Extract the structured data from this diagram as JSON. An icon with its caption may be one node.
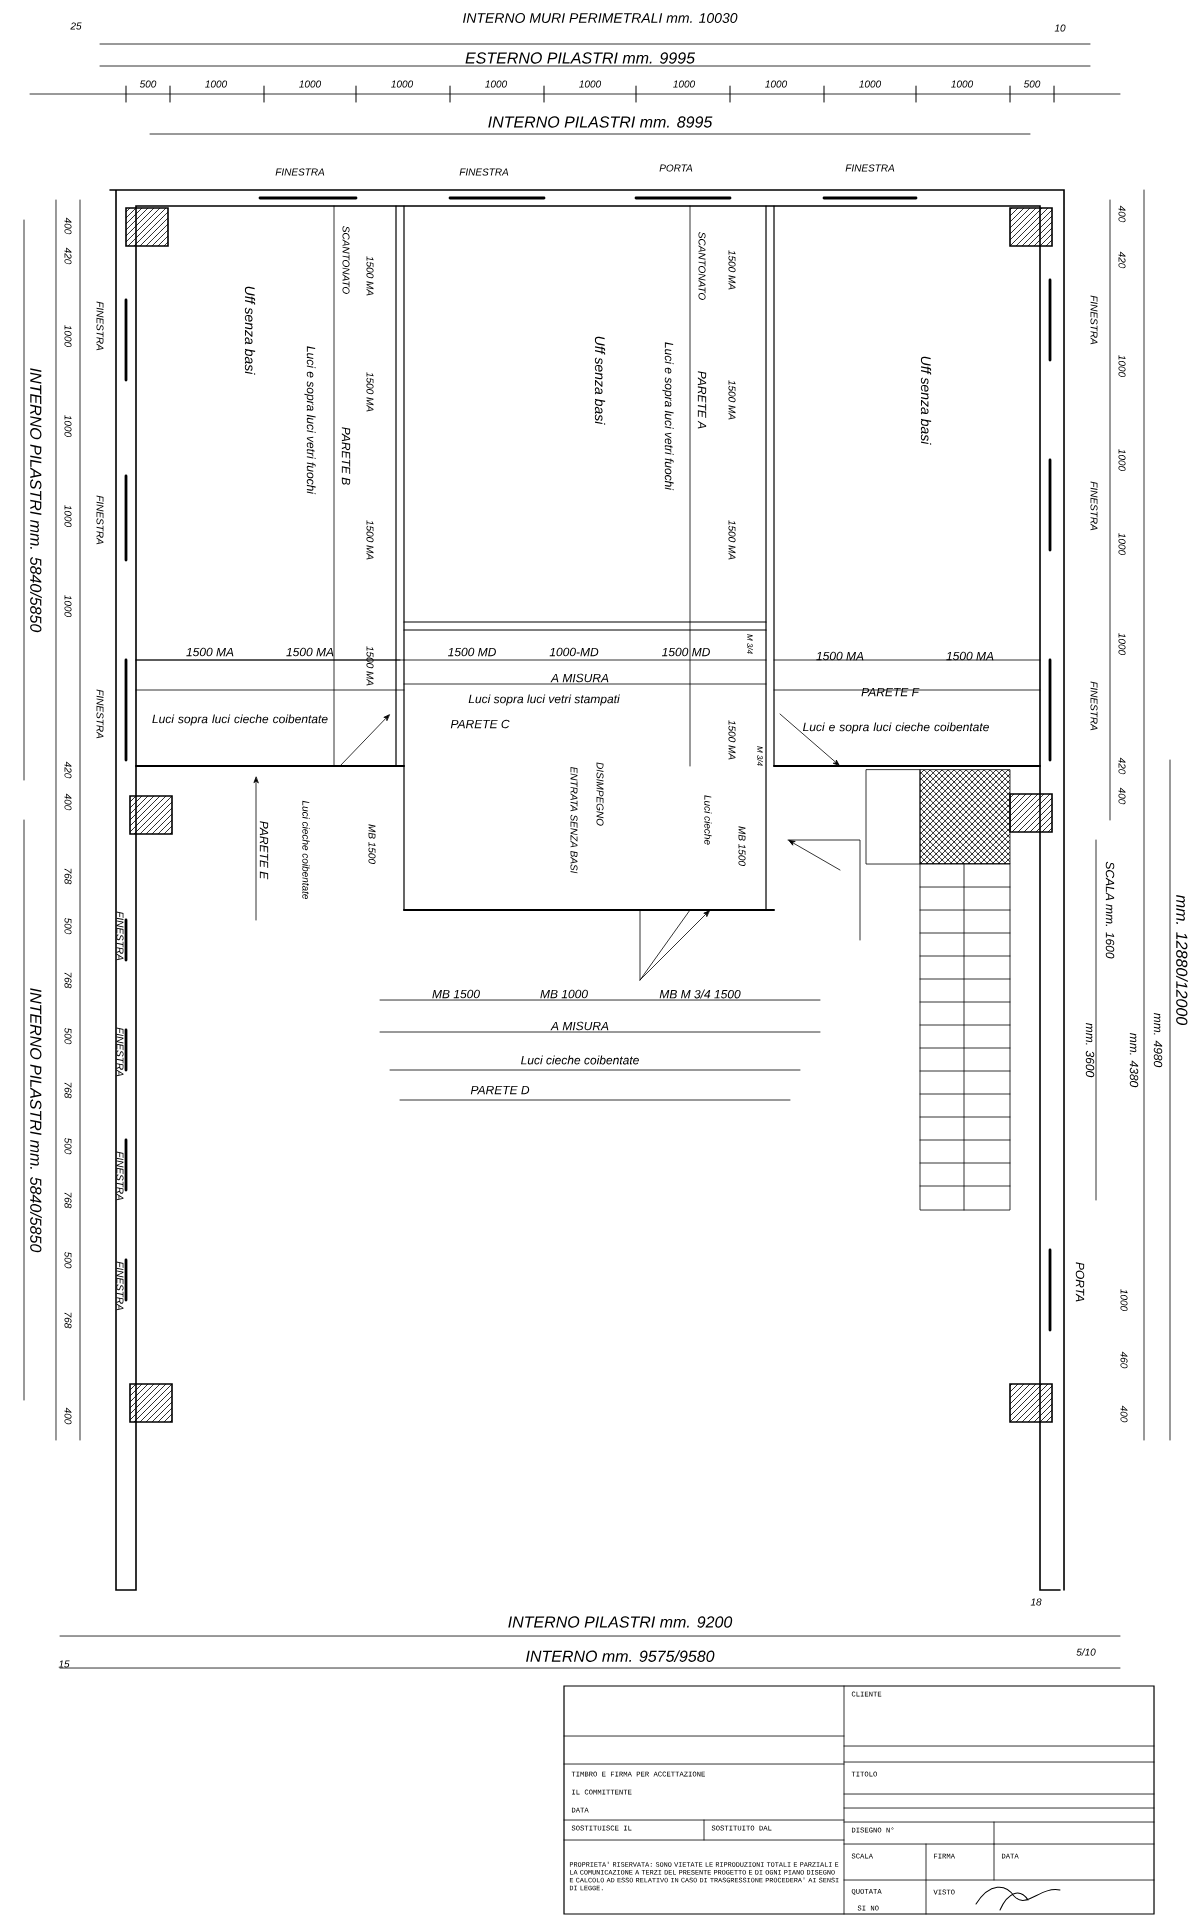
{
  "diagram": {
    "labels": [
      "INTERNO MURI PERIMETRALI mm. 10030",
      "25",
      "10",
      "ESTERNO PILASTRI mm. 9995",
      "500",
      "1000",
      "1000",
      "1000",
      "1000",
      "1000",
      "1000",
      "1000",
      "1000",
      "1000",
      "500",
      "INTERNO PILASTRI mm. 8995",
      "FINESTRA",
      "FINESTRA",
      "PORTA",
      "FINESTRA",
      "400",
      "420",
      "1000",
      "1000",
      "1000",
      "1000",
      "420",
      "400",
      "768",
      "500",
      "768",
      "500",
      "768",
      "500",
      "768",
      "500",
      "768",
      "400",
      "INTERNO PILASTRI mm. 5840/5850",
      "INTERNO PILASTRI mm. 5840/5850",
      "FINESTRA",
      "FINESTRA",
      "FINESTRA",
      "FINESTRA",
      "FINESTRA",
      "FINESTRA",
      "FINESTRA",
      "400",
      "420",
      "1000",
      "1000",
      "1000",
      "1000",
      "420",
      "400",
      "FINESTRA",
      "FINESTRA",
      "FINESTRA",
      "mm. 3600",
      "SCALA mm. 1600",
      "mm. 4380",
      "mm. 4980",
      "mm. 12880/12000",
      "PORTA",
      "1000",
      "460",
      "400",
      "Uff senza basi",
      "Uff senza basi",
      "Uff senza basi",
      "SCANTONATO",
      "Luci e sopra luci vetri fuochi",
      "PARETE B",
      "1500 MA",
      "1500 MA",
      "1500 MA",
      "1500 MA",
      "SCANTONATO",
      "Luci e sopra luci vetri fuochi",
      "PARETE A",
      "1500 MA",
      "1500 MA",
      "1500 MA",
      "1500 MA",
      "1500 MA",
      "Luci sopra luci cieche coibentate",
      "1500 MD",
      "1000-MD",
      "1500 MD",
      "M 3/4",
      "A MISURA",
      "Luci sopra luci vetri stampati",
      "PARETE C",
      "DISIMPEGNO",
      "ENTRATA SENZA BASI",
      "1500 MA",
      "M 3/4",
      "Luci cieche",
      "MB 1500",
      "1500 MA",
      "1500 MA",
      "PARETE F",
      "Luci e sopra luci cieche coibentate",
      "PARETE E",
      "Luci cieche coibentate",
      "MB 1500",
      "MB 1500",
      "MB 1000",
      "MB M 3/4 1500",
      "A MISURA",
      "Luci cieche coibentate",
      "PARETE D",
      "INTERNO PILASTRI mm. 9200",
      "INTERNO mm. 9575/9580",
      "15",
      "18",
      "5/10",
      "CLIENTE",
      "TIMBRO E FIRMA PER ACCETTAZIONE",
      "IL COMMITTENTE",
      "DATA",
      "SOSTITUISCE IL",
      "SOSTITUITO DAL",
      "TITOLO",
      "DISEGNO N°",
      "SCALA",
      "FIRMA",
      "DATA",
      "QUOTATA",
      "VISTO",
      "SI NO",
      "PROPRIETA' RISERVATA: SONO VIETATE LE RIPRODUZIONI TOTALI E PARZIALI E LA COMUNICAZIONE A TERZI DEL PRESENTE PROGETTO E DI OGNI PIANO DISEGNO E CALCOLO AD ESSO RELATIVO IN CASO DI TRASGRESSIONE PROCEDERA' AI SENSI DI LEGGE."
    ]
  }
}
